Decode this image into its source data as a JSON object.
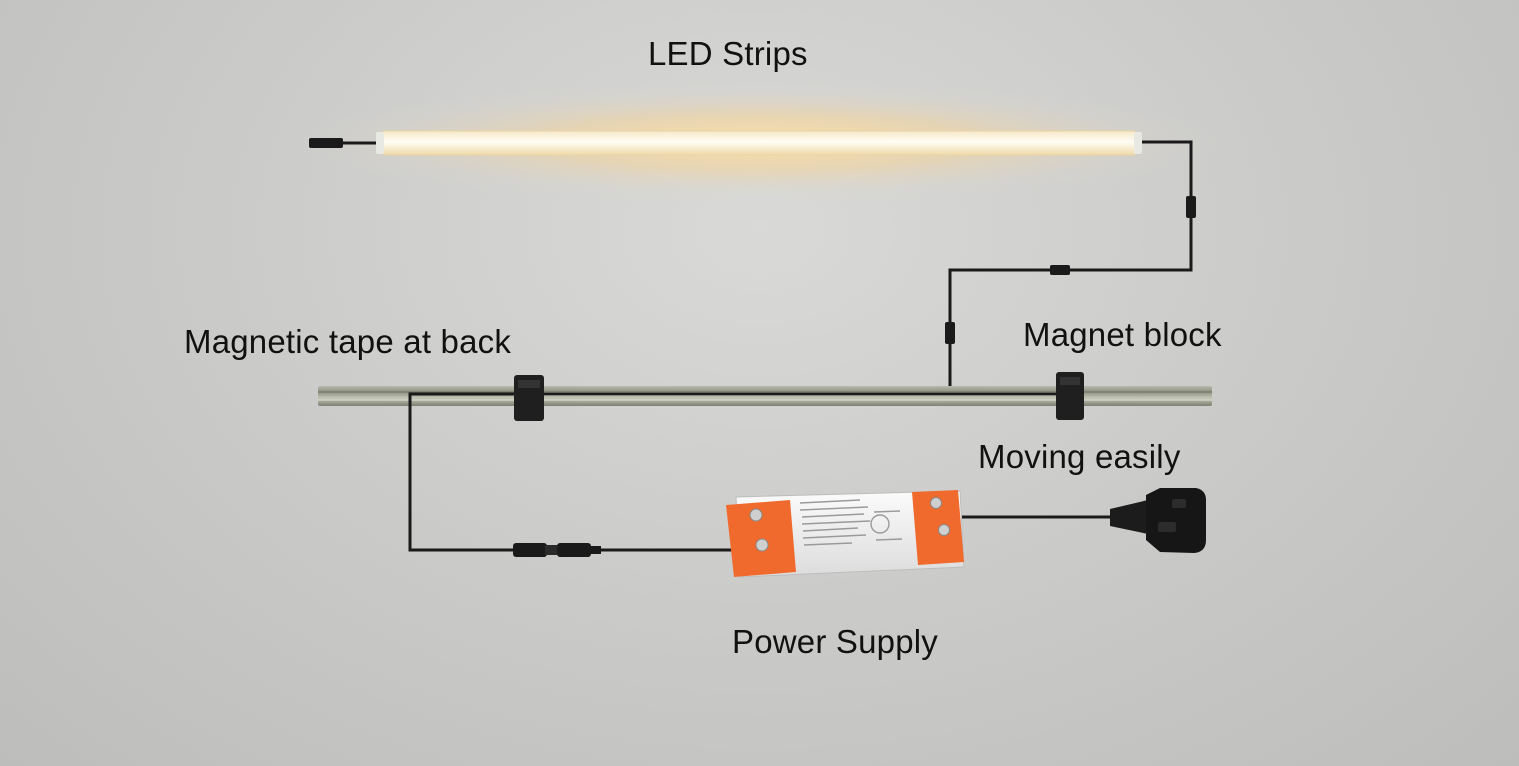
{
  "labels": {
    "led_strips": "LED Strips",
    "magnetic_tape": "Magnetic tape at back",
    "magnet_block": "Magnet block",
    "moving_easily": "Moving easily",
    "power_supply": "Power Supply"
  },
  "colors": {
    "background": "#c9c9c7",
    "led_glow": "#ffe3a8",
    "led_core": "#fff8e6",
    "cable": "#1a1a1a",
    "rail": "#9a9c8e",
    "power_supply_body": "#f2f2f2",
    "power_supply_terminal": "#f06a2e"
  },
  "icons": [
    "led-strip-icon",
    "magnetic-rail-icon",
    "magnet-block-icon",
    "power-supply-icon",
    "uk-plug-icon",
    "connector-icon"
  ]
}
